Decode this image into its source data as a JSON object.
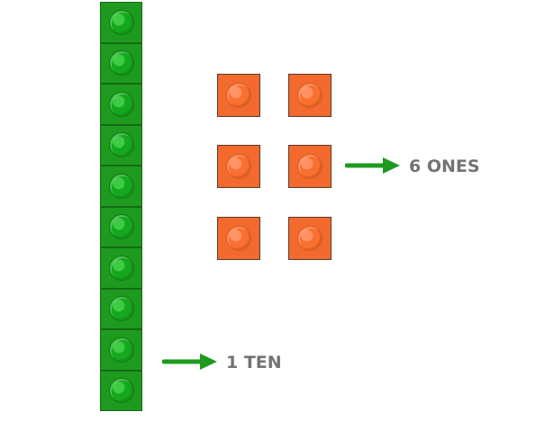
{
  "colors": {
    "ten_block": "#1e9a1e",
    "ten_stud": "#15a81f",
    "ten_stud_highlight": "#3fcc45",
    "ones_block": "#f26a2e",
    "ones_stud": "#f9702f",
    "ones_stud_highlight": "#ff9366",
    "arrow": "#1e9a1e",
    "label": "#737373"
  },
  "tens": {
    "count": 1,
    "blocks_per_rod": 10
  },
  "ones": {
    "count": 6
  },
  "labels": {
    "ones": "6 ONES",
    "ten": "1 TEN"
  }
}
